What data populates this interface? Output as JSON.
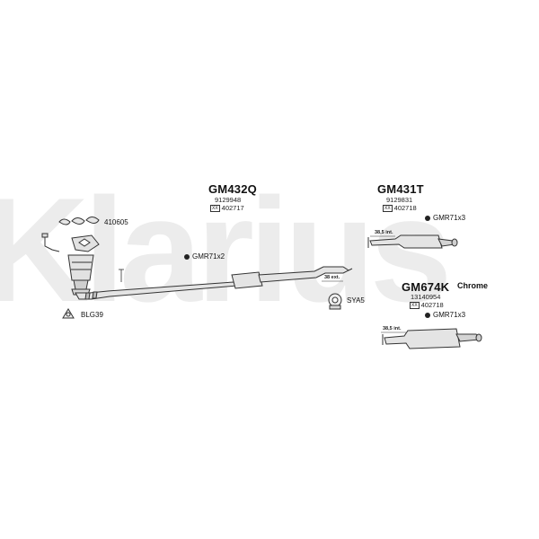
{
  "watermark": {
    "text": "Klarius",
    "color": "#e8e8e8"
  },
  "groups": {
    "front": {
      "code": "GM432Q",
      "oem": "9129948",
      "ref_code": "402717"
    },
    "rear_a": {
      "code": "GM431T",
      "oem": "9129831",
      "ref_code": "402718"
    },
    "rear_b": {
      "code": "GM674K",
      "variant": "Chrome",
      "oem": "13140954",
      "ref_code": "402718"
    }
  },
  "parts": {
    "gasket_set": "410605",
    "gasket_single": "BLG39",
    "hanger_front": "GMR71x2",
    "hanger_rear_a": "GMR71x3",
    "hanger_rear_b": "GMR71x3",
    "clamp": "SYA5"
  },
  "measurements": {
    "rear_a_len": "38,5 int.",
    "front_ext": "38 ext.",
    "rear_b_len": "38,5 int."
  },
  "badge": "XX",
  "colors": {
    "outline": "#333333",
    "fill": "#e4e4e4",
    "dark_fill": "#bdbdbd"
  }
}
